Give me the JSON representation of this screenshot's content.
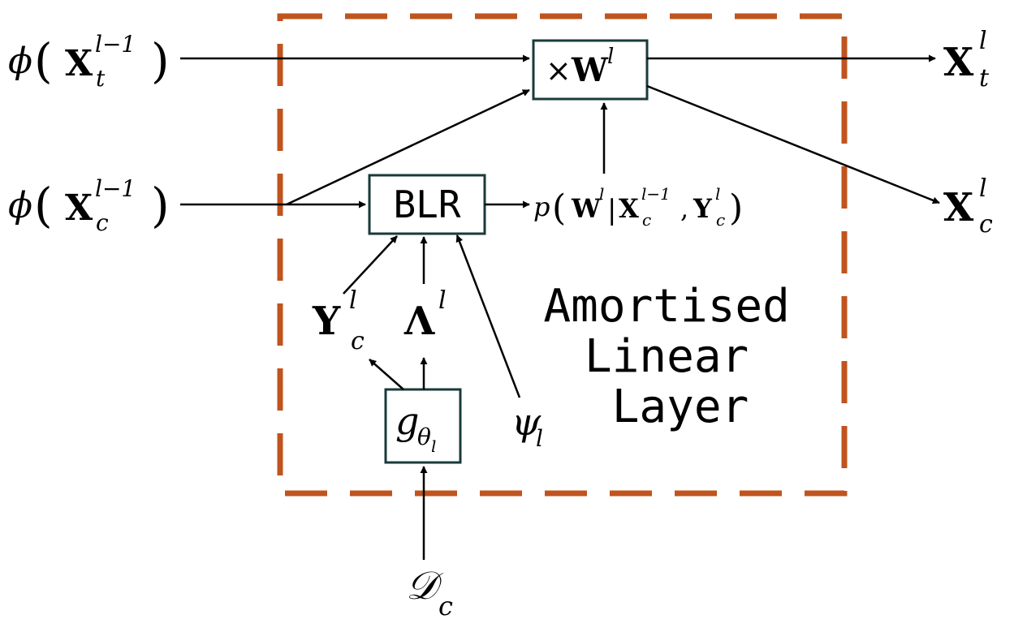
{
  "colors": {
    "frame": "#c0541e",
    "box_stroke": "#1a3a3a",
    "ink": "#000000"
  },
  "frame": {
    "title_lines": [
      "Amortised",
      "Linear",
      "Layer"
    ]
  },
  "inputs": {
    "target": {
      "func": "ϕ",
      "symbol": "X",
      "sub": "t",
      "sup": "l−1"
    },
    "context": {
      "func": "ϕ",
      "symbol": "X",
      "sub": "c",
      "sup": "l−1"
    },
    "dataset": {
      "symbol": "𝒟",
      "sub": "c"
    }
  },
  "outputs": {
    "target": {
      "symbol": "X",
      "sub": "t",
      "sup": "l"
    },
    "context": {
      "symbol": "X",
      "sub": "c",
      "sup": "l"
    }
  },
  "boxes": {
    "weight": {
      "prefix": "×",
      "symbol": "W",
      "sup": "l"
    },
    "blr": {
      "label": "BLR"
    },
    "hypernet": {
      "symbol": "g",
      "sub": "θ",
      "subsub": "l"
    }
  },
  "nodes": {
    "y_context": {
      "symbol": "Y",
      "sub": "c",
      "sup": "l"
    },
    "lambda": {
      "symbol": "Λ",
      "sup": "l"
    },
    "psi": {
      "symbol": "ψ",
      "sub": "l"
    }
  },
  "posterior": {
    "p": "p",
    "open": "(",
    "w": "W",
    "w_sup": "l",
    "bar": "|",
    "x": "X",
    "x_sub": "c",
    "x_sup": "l−1",
    "comma": ",",
    "y": "Y",
    "y_sub": "c",
    "y_sup": "l",
    "close": ")"
  }
}
